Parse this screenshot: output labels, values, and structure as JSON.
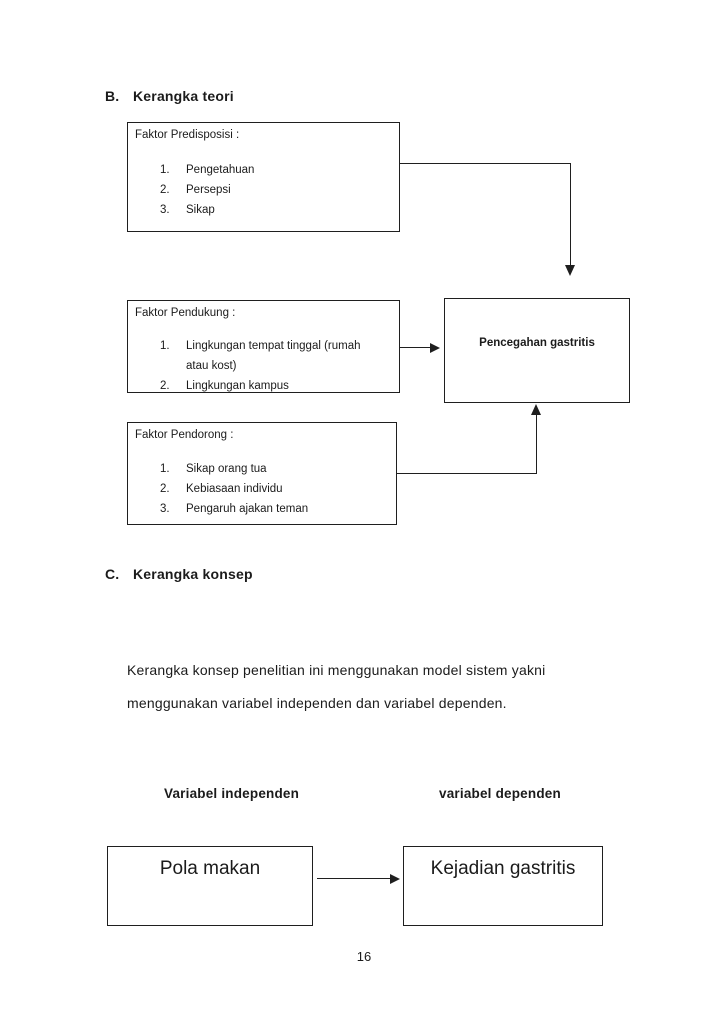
{
  "theory_section": {
    "heading": {
      "marker": "B.",
      "title": "Kerangka teori"
    },
    "predisposing_box": {
      "title": "Faktor Predisposisi :",
      "items": [
        {
          "num": "1.",
          "text": "Pengetahuan"
        },
        {
          "num": "2.",
          "text": "Persepsi"
        },
        {
          "num": "3.",
          "text": "Sikap"
        }
      ]
    },
    "supporting_box": {
      "title": "Faktor Pendukung :",
      "items": [
        {
          "num": "1.",
          "text": "Lingkungan tempat tinggal (rumah atau kost)"
        },
        {
          "num": "2.",
          "text": "Lingkungan kampus"
        }
      ]
    },
    "driving_box": {
      "title": "Faktor Pendorong :",
      "items": [
        {
          "num": "1.",
          "text": "Sikap orang tua"
        },
        {
          "num": "2.",
          "text": "Kebiasaan individu"
        },
        {
          "num": "3.",
          "text": "Pengaruh ajakan teman"
        }
      ]
    },
    "outcome_box": {
      "title": "Pencegahan gastritis"
    }
  },
  "concept_section": {
    "heading": {
      "marker": "C.",
      "title": "Kerangka konsep"
    },
    "paragraph_lines": [
      "Kerangka konsep penelitian ini menggunakan model sistem yakni",
      "menggunakan variabel independen dan variabel dependen."
    ],
    "independent_label": "Variabel independen",
    "dependent_label": "variabel dependen",
    "independent_box": "Pola makan",
    "dependent_box": "Kejadian gastritis"
  },
  "page": {
    "number": "16"
  },
  "colors": {
    "ink": "#1f1f1f",
    "background": "#ffffff"
  }
}
